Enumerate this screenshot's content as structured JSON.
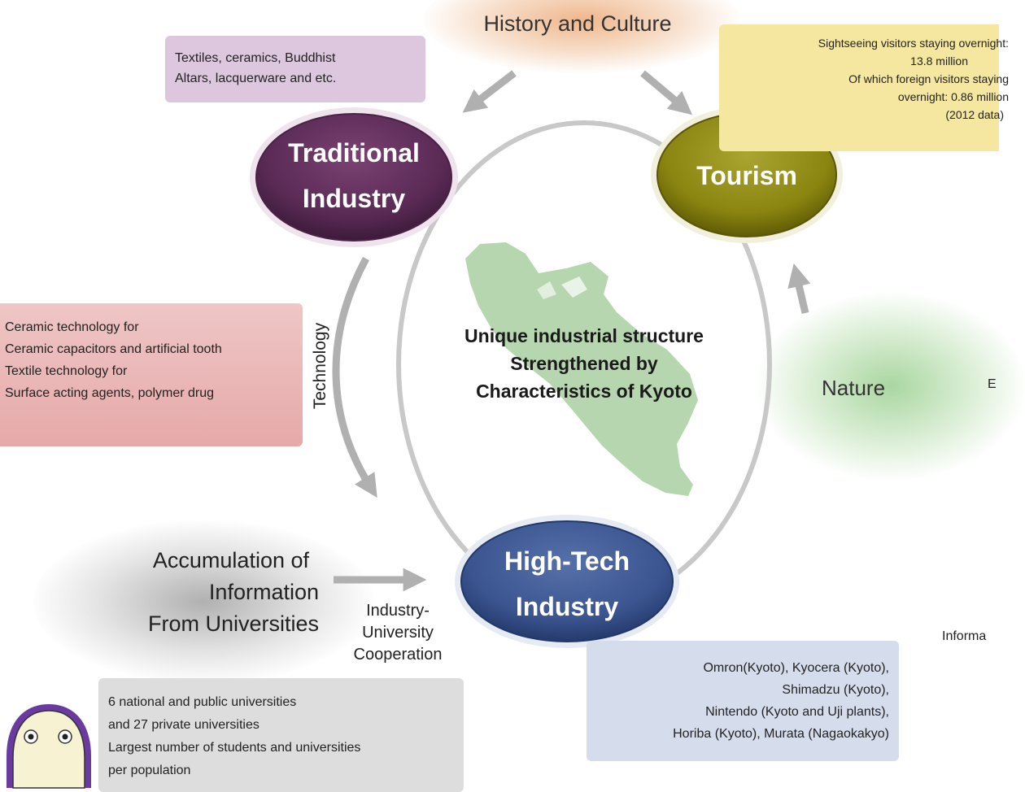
{
  "sources": {
    "history_culture": "History and Culture",
    "nature": "Nature",
    "accumulation": [
      "Accumulation of",
      "Information",
      "From Universities"
    ]
  },
  "nodes": {
    "traditional": [
      "Traditional",
      "Industry"
    ],
    "tourism": "Tourism",
    "hightech": [
      "High-Tech",
      "Industry"
    ]
  },
  "center_text": [
    "Unique industrial structure",
    "Strengthened by",
    "Characteristics of Kyoto"
  ],
  "links": {
    "technology": "Technology",
    "industry_university": [
      "Industry-",
      "University",
      "Cooperation"
    ]
  },
  "boxes": {
    "traditional_products": [
      "Textiles, ceramics, Buddhist",
      "Altars,  lacquerware and etc."
    ],
    "tourism_stats": [
      "Sightseeing visitors staying overnight:",
      "13.8 million",
      "Of which foreign visitors staying",
      "overnight: 0.86 million",
      "(2012 data)"
    ],
    "technology_examples": [
      "Ceramic technology for",
      "Ceramic capacitors and artificial tooth",
      "Textile technology for",
      "Surface acting agents, polymer drug"
    ],
    "companies": [
      "Omron(Kyoto), Kyocera (Kyoto),",
      "Shimadzu (Kyoto),",
      "Nintendo (Kyoto and Uji plants),",
      "Horiba (Kyoto), Murata (Nagaokakyo)"
    ],
    "universities": [
      "6 national and public universities",
      "and 27 private universities",
      "Largest number of students and universities",
      "per population"
    ]
  },
  "edge_fragments": {
    "right_e": "E",
    "right_informa": "Informa"
  },
  "colors": {
    "traditional": "#5e2d57",
    "tourism": "#8f8a10",
    "hightech": "#35508a",
    "ring": "#c8c8c8",
    "arrow": "#b0b0b0",
    "map": "#a9cfa1"
  }
}
